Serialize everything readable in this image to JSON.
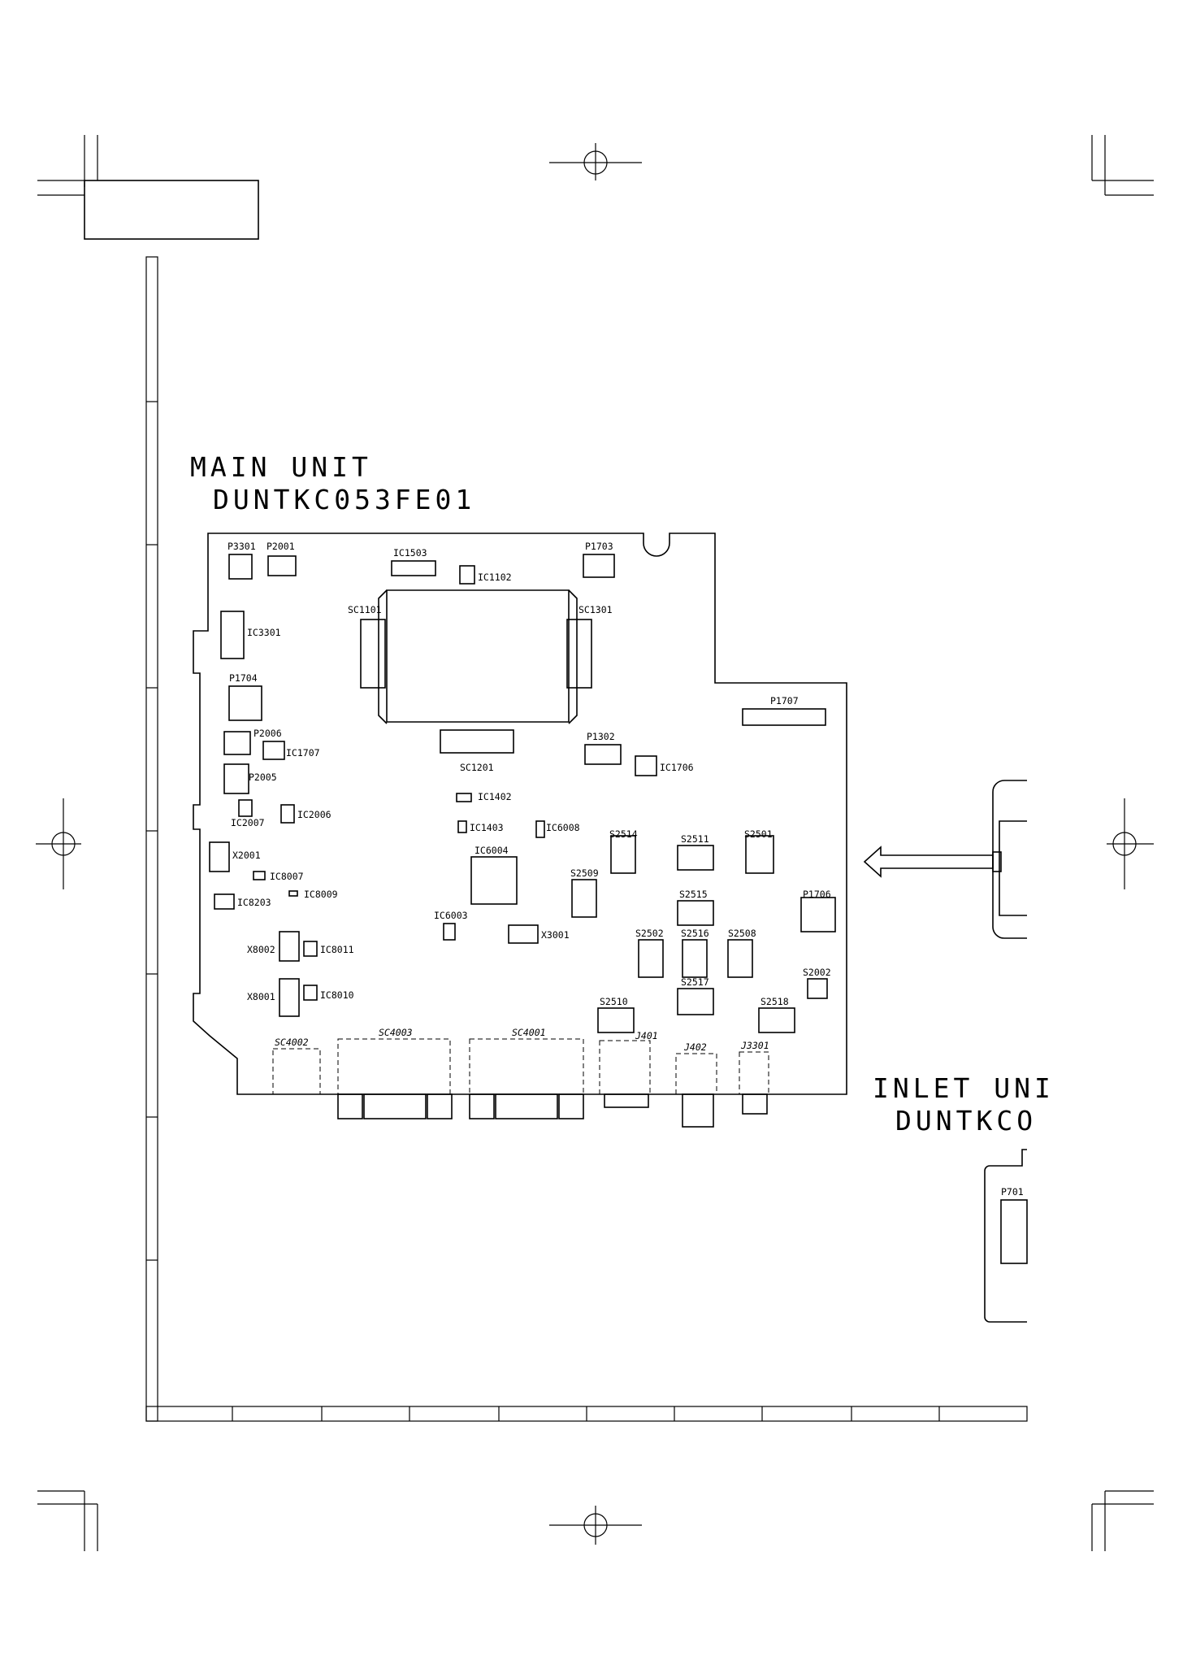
{
  "main_unit": {
    "title": "MAIN UNIT",
    "code": "DUNTKC053FE01"
  },
  "inlet_unit": {
    "title": "INLET UNI",
    "code": "DUNTKCO"
  },
  "refs": {
    "p3301": "P3301",
    "p2001": "P2001",
    "ic1503": "IC1503",
    "ic1102": "IC1102",
    "p1703": "P1703",
    "sc1101": "SC1101",
    "sc1301": "SC1301",
    "ic3301": "IC3301",
    "p1704": "P1704",
    "p1707": "P1707",
    "p2006": "P2006",
    "ic1707": "IC1707",
    "p1302": "P1302",
    "p2005": "P2005",
    "sc1201": "SC1201",
    "ic1706": "IC1706",
    "ic1402": "IC1402",
    "ic2006": "IC2006",
    "ic2007": "IC2007",
    "ic1403": "IC1403",
    "ic6008": "IC6008",
    "s2514": "S2514",
    "s2511": "S2511",
    "s2501": "S2501",
    "ic6004": "IC6004",
    "x2001": "X2001",
    "ic8007": "IC8007",
    "s2509": "S2509",
    "ic8009": "IC8009",
    "ic8203": "IC8203",
    "s2515": "S2515",
    "p1706": "P1706",
    "ic6003": "IC6003",
    "x3001": "X3001",
    "s2502": "S2502",
    "s2516": "S2516",
    "s2508": "S2508",
    "x8002": "X8002",
    "ic8011": "IC8011",
    "s2002": "S2002",
    "s2517": "S2517",
    "x8001": "X8001",
    "ic8010": "IC8010",
    "s2518": "S2518",
    "s2510": "S2510",
    "sc4002": "SC4002",
    "sc4003": "SC4003",
    "sc4001": "SC4001",
    "j401": "J401",
    "j402": "J402",
    "j3301": "J3301",
    "p701": "P701"
  }
}
